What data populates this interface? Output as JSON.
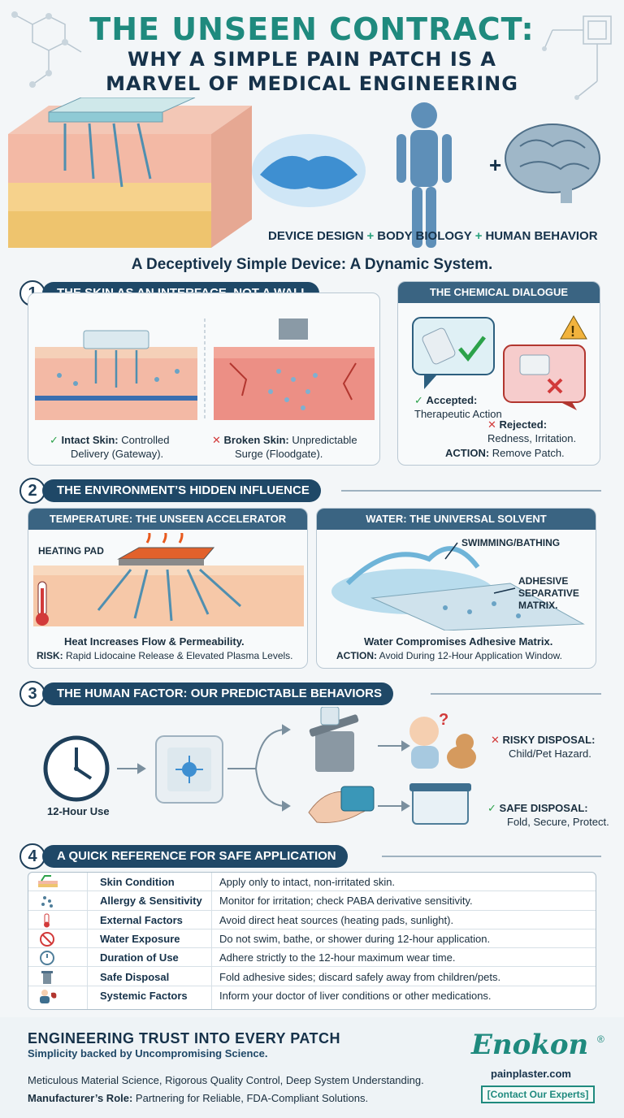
{
  "header": {
    "title_line1": "THE UNSEEN CONTRACT:",
    "title_line2": "WHY A SIMPLE PAIN PATCH IS A",
    "title_line3": "MARVEL OF MEDICAL ENGINEERING"
  },
  "hero": {
    "plus_glyph": "+",
    "formula": [
      "DEVICE DESIGN",
      "BODY BIOLOGY",
      "HUMAN BEHAVIOR"
    ],
    "subtitle": "A Deceptively Simple Device: A Dynamic System."
  },
  "section1": {
    "number": "1",
    "title": "THE SKIN AS AN INTERFACE, NOT A WALL",
    "intact_label": "Intact Skin:",
    "intact_text": " Controlled",
    "intact_text2": "Delivery (Gateway).",
    "broken_label": "Broken Skin:",
    "broken_text": " Unpredictable",
    "broken_text2": "Surge (Floodgate).",
    "chem": {
      "title": "THE CHEMICAL DIALOGUE",
      "accepted_label": "Accepted:",
      "accepted_text": "Therapeutic Action",
      "rejected_label": "Rejected:",
      "rejected_text": "Redness, Irritation.",
      "action_label": "ACTION:",
      "action_text": " Remove Patch."
    }
  },
  "section2": {
    "number": "2",
    "title": "THE ENVIRONMENT’S HIDDEN INFLUENCE",
    "temp": {
      "title": "TEMPERATURE: THE UNSEEN ACCELERATOR",
      "heating_pad": "HEATING PAD",
      "line1": "Heat Increases Flow & Permeability.",
      "risk_label": "RISK:",
      "risk_text": " Rapid Lidocaine Release & Elevated Plasma Levels."
    },
    "water": {
      "title": "WATER: THE UNIVERSAL SOLVENT",
      "swim": "SWIMMING/BATHING",
      "adhesive1": "ADHESIVE",
      "adhesive2": "SEPARATIVE",
      "adhesive3": "MATRIX.",
      "line1": "Water Compromises Adhesive Matrix.",
      "action_label": "ACTION:",
      "action_text": " Avoid During 12-Hour Application Window."
    }
  },
  "section3": {
    "number": "3",
    "title": "THE HUMAN FACTOR: OUR PREDICTABLE BEHAVIORS",
    "clock_label": "12-Hour Use",
    "risky_label": "RISKY DISPOSAL:",
    "risky_text": "Child/Pet Hazard.",
    "safe_label": "SAFE DISPOSAL:",
    "safe_text": "Fold, Secure, Protect."
  },
  "section4": {
    "number": "4",
    "title": "A QUICK REFERENCE FOR SAFE APPLICATION",
    "rows": [
      {
        "icon": "skin-layers-icon",
        "label": "Skin Condition",
        "desc": "Apply only to intact, non-irritated skin."
      },
      {
        "icon": "allergy-icon",
        "label": "Allergy & Sensitivity",
        "desc": "Monitor for irritation; check PABA derivative sensitivity."
      },
      {
        "icon": "thermometer-icon",
        "label": "External Factors",
        "desc": "Avoid direct heat sources (heating pads, sunlight)."
      },
      {
        "icon": "no-water-icon",
        "label": "Water Exposure",
        "desc": "Do not swim, bathe, or shower during 12-hour application."
      },
      {
        "icon": "timer-icon",
        "label": "Duration of Use",
        "desc": "Adhere strictly to the 12-hour maximum wear time."
      },
      {
        "icon": "trash-bin-icon",
        "label": "Safe Disposal",
        "desc": "Fold adhesive sides; discard safely away from children/pets."
      },
      {
        "icon": "doctor-liver-icon",
        "label": "Systemic Factors",
        "desc": "Inform your doctor of liver conditions or other medications."
      }
    ]
  },
  "footer": {
    "title": "ENGINEERING TRUST INTO EVERY PATCH",
    "subtitle": "Simplicity backed by Uncompromising Science.",
    "line1": "Meticulous Material Science, Rigorous Quality Control, Deep System Understanding.",
    "role_label": "Manufacturer’s Role:",
    "role_text": " Partnering for Reliable, FDA-Compliant Solutions.",
    "brand": "Enokon",
    "registered": "®",
    "site": "painplaster.com",
    "cta": "[Contact Our Experts]"
  },
  "colors": {
    "teal": "#1f8a7e",
    "navy": "#16324a",
    "pill": "#1f4867",
    "check": "#2ca24a",
    "cross": "#d23a3a"
  }
}
